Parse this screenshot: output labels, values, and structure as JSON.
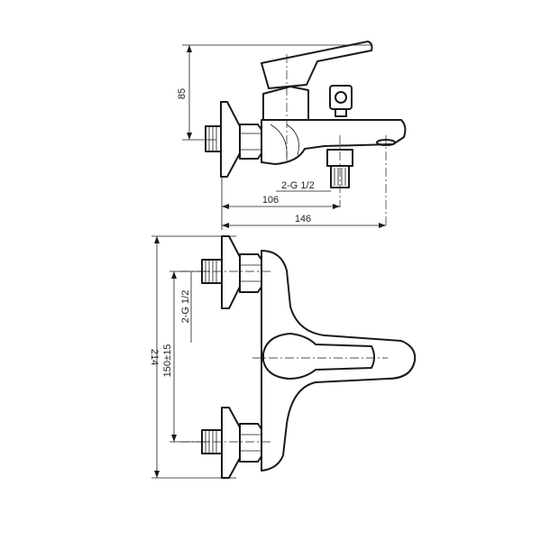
{
  "drawing": {
    "dimensions": {
      "height_85": "85",
      "thread_top": "2-G  1/2",
      "length_106": "106",
      "length_146": "146",
      "height_214": "214",
      "spacing_150": "150±15",
      "thread_front": "2-G  1/2"
    }
  }
}
